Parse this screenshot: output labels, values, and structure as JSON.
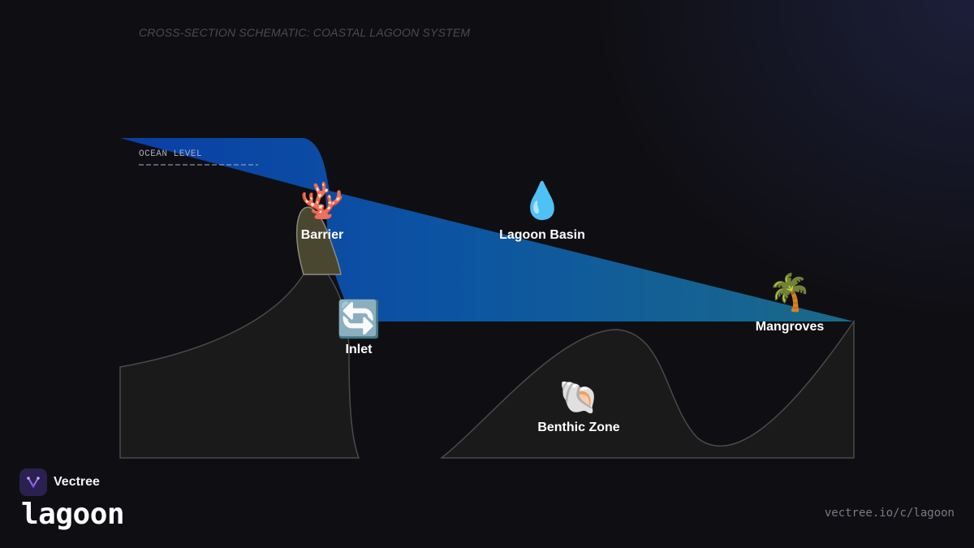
{
  "title": "CROSS-SECTION SCHEMATIC: COASTAL LAGOON SYSTEM",
  "ocean_label": "OCEAN LEVEL",
  "zones": [
    {
      "id": "barrier",
      "icon": "coral-icon",
      "glyph": "🪸",
      "label": "Barrier"
    },
    {
      "id": "lagoon-basin",
      "icon": "droplet-icon",
      "glyph": "💧",
      "label": "Lagoon Basin"
    },
    {
      "id": "mangroves",
      "icon": "palm-tree-icon",
      "glyph": "🌴",
      "label": "Mangroves"
    },
    {
      "id": "inlet",
      "icon": "cycle-arrows-icon",
      "glyph": "🔄",
      "label": "Inlet"
    },
    {
      "id": "benthic-zone",
      "icon": "shell-icon",
      "glyph": "🐚",
      "label": "Benthic Zone"
    }
  ],
  "colors": {
    "background": "#0f0f13",
    "water_dark": "#0a3fa6",
    "water_light": "#1a6a8a",
    "terrain": "#1a1a1a",
    "terrain_stroke": "#4a4a4a",
    "barrier_sand": "#4a4730",
    "accent": "#7b4cd8"
  },
  "brand": {
    "name": "Vectree",
    "logo_icon": "vectree-logo-icon",
    "product": "lagoon",
    "url": "vectree.io/c/lagoon"
  }
}
